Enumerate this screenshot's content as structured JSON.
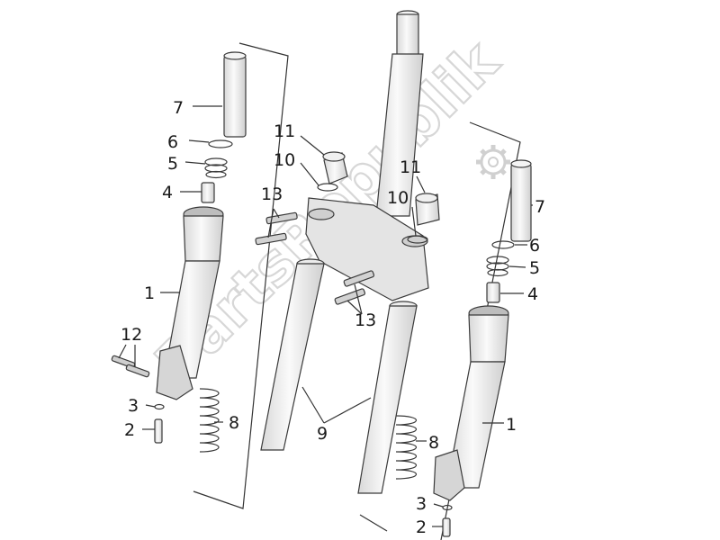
{
  "watermark": {
    "text": "PartsRepublik"
  },
  "callouts": [
    {
      "id": "7",
      "text": "7"
    },
    {
      "id": "6",
      "text": "6"
    },
    {
      "id": "5",
      "text": "5"
    },
    {
      "id": "4",
      "text": "4"
    },
    {
      "id": "1",
      "text": "1"
    },
    {
      "id": "12",
      "text": "12"
    },
    {
      "id": "3",
      "text": "3"
    },
    {
      "id": "2",
      "text": "2"
    },
    {
      "id": "8",
      "text": "8"
    },
    {
      "id": "11",
      "text": "11"
    },
    {
      "id": "10",
      "text": "10"
    },
    {
      "id": "13",
      "text": "13"
    },
    {
      "id": "13b",
      "text": "13"
    },
    {
      "id": "9",
      "text": "9"
    },
    {
      "id": "11b",
      "text": "11"
    },
    {
      "id": "10b",
      "text": "10"
    },
    {
      "id": "7b",
      "text": "7"
    },
    {
      "id": "6b",
      "text": "6"
    },
    {
      "id": "5b",
      "text": "5"
    },
    {
      "id": "4b",
      "text": "4"
    },
    {
      "id": "1b",
      "text": "1"
    },
    {
      "id": "8b",
      "text": "8"
    },
    {
      "id": "3b",
      "text": "3"
    },
    {
      "id": "2b",
      "text": "2"
    }
  ],
  "colors": {
    "line": "#333333",
    "part_fill": "#ececec",
    "watermark": "#d7d7d7"
  }
}
